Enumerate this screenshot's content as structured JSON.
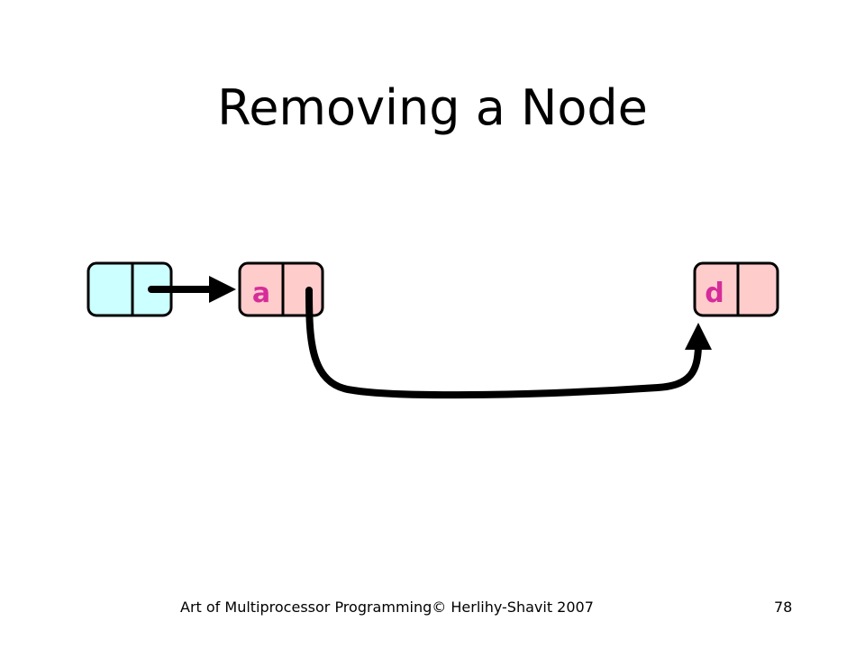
{
  "slide": {
    "title": "Removing a Node",
    "footer": "Art of Multiprocessor Programming© Herlihy-Shavit 2007",
    "page_number": "78"
  },
  "diagram": {
    "nodes": [
      {
        "id": "head",
        "label": "",
        "fill": "#ccffff"
      },
      {
        "id": "a",
        "label": "a",
        "fill": "#ffcccc"
      },
      {
        "id": "d",
        "label": "d",
        "fill": "#ffcccc"
      }
    ],
    "edges": [
      {
        "from": "head",
        "to": "a"
      },
      {
        "from": "a",
        "to": "d"
      }
    ],
    "colors": {
      "label": "#d62c9a",
      "outline": "#000000"
    }
  }
}
